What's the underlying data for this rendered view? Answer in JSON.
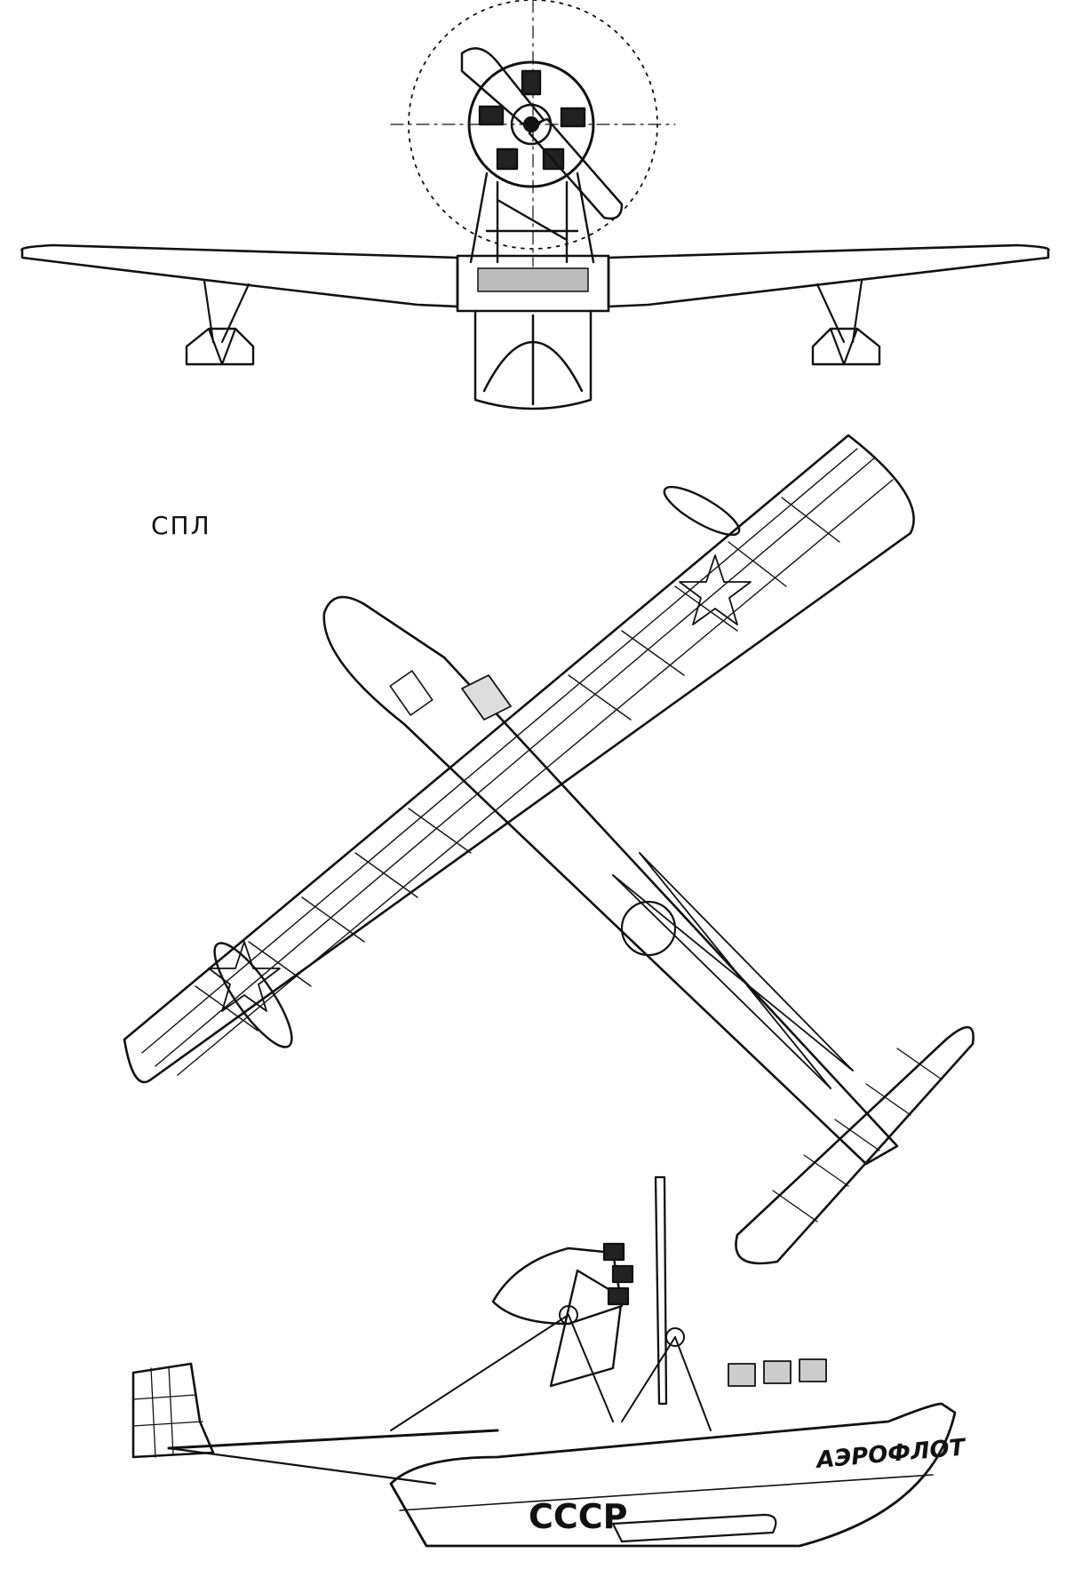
{
  "caption": "СПЛ",
  "markings": {
    "fleet": "АЭРОФЛОТ",
    "country": "СССР"
  },
  "colors": {
    "ink": "#111111",
    "paper": "#ffffff"
  }
}
